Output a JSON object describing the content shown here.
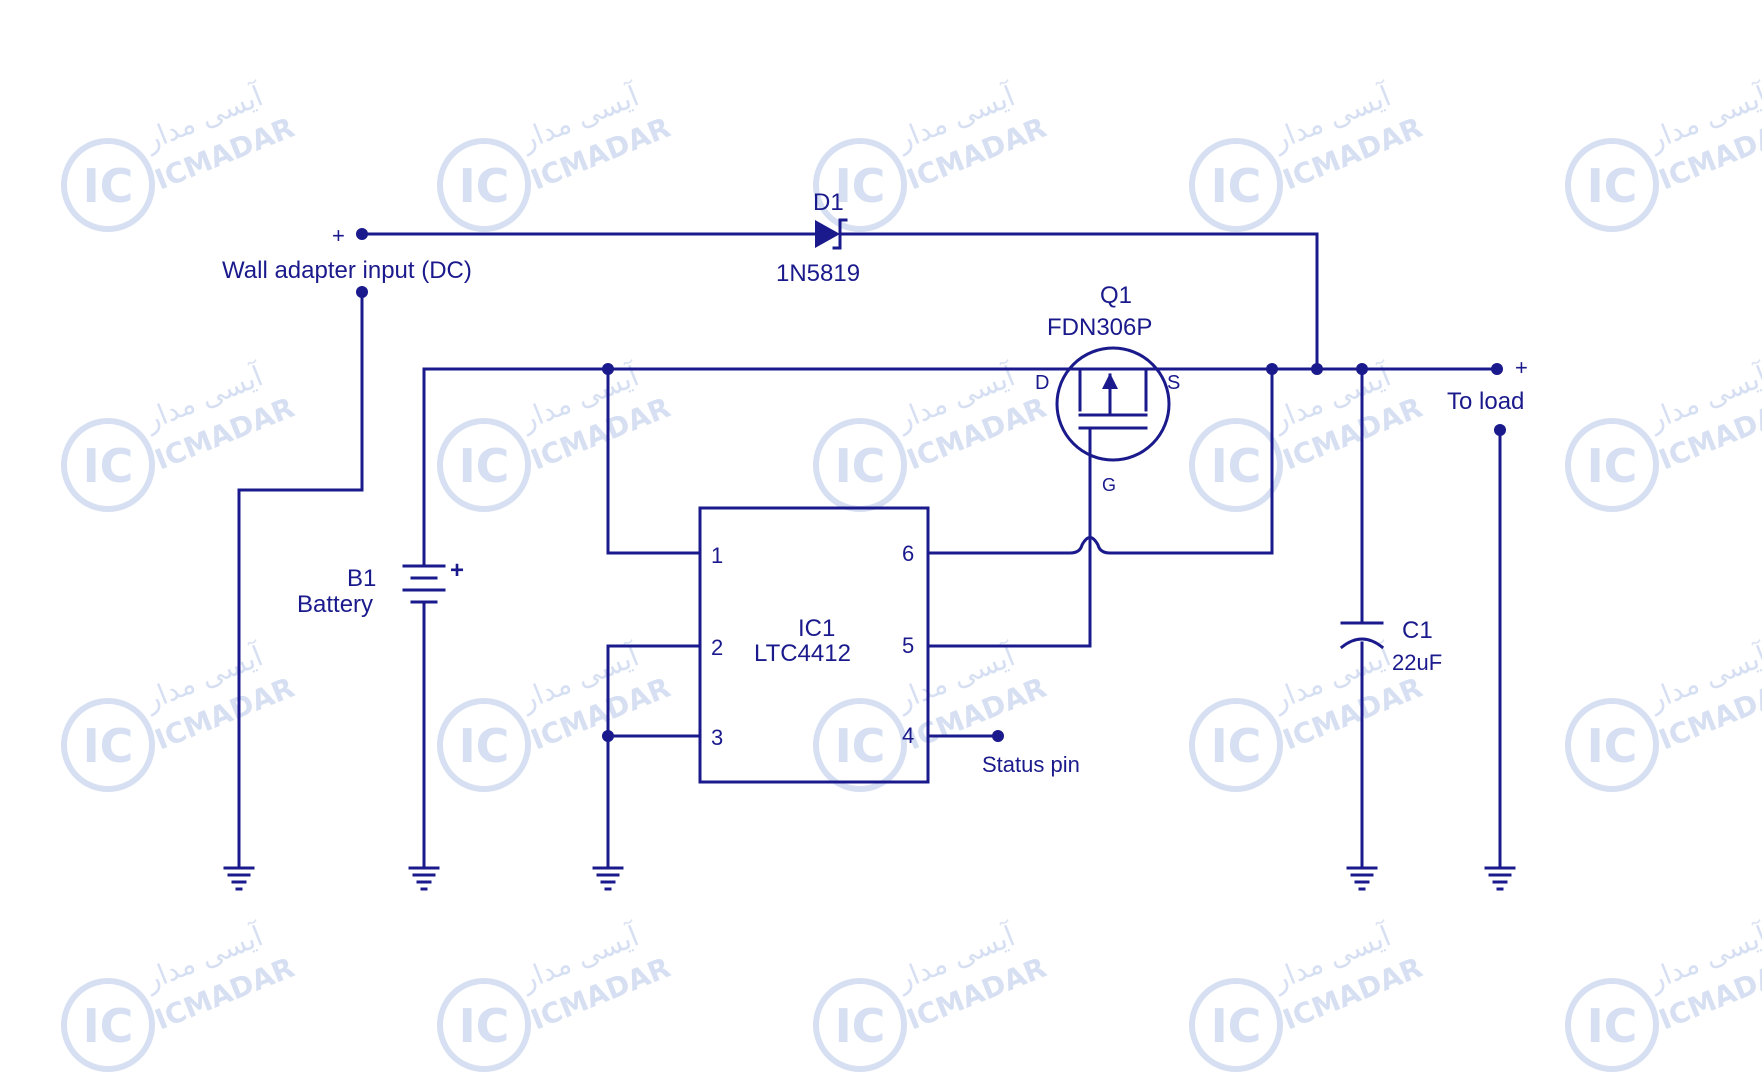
{
  "watermark": {
    "brand": "ICMADAR",
    "logo": "IC",
    "persian": "آیسی مدار"
  },
  "colors": {
    "ink": "#1a1a8c",
    "watermark": "#c9d6ee"
  },
  "wall_input": {
    "plus": "+",
    "label": "Wall adapter input (DC)"
  },
  "d1": {
    "ref": "D1",
    "part": "1N5819"
  },
  "q1": {
    "ref": "Q1",
    "part": "FDN306P",
    "drain": "D",
    "source": "S",
    "gate": "G"
  },
  "load": {
    "plus": "+",
    "label": "To load"
  },
  "b1": {
    "ref": "B1",
    "name": "Battery",
    "plus": "+"
  },
  "ic1": {
    "ref": "IC1",
    "part": "LTC4412",
    "pins": [
      "1",
      "2",
      "3",
      "4",
      "5",
      "6"
    ]
  },
  "status": {
    "label": "Status pin"
  },
  "c1": {
    "ref": "C1",
    "value": "22uF"
  }
}
